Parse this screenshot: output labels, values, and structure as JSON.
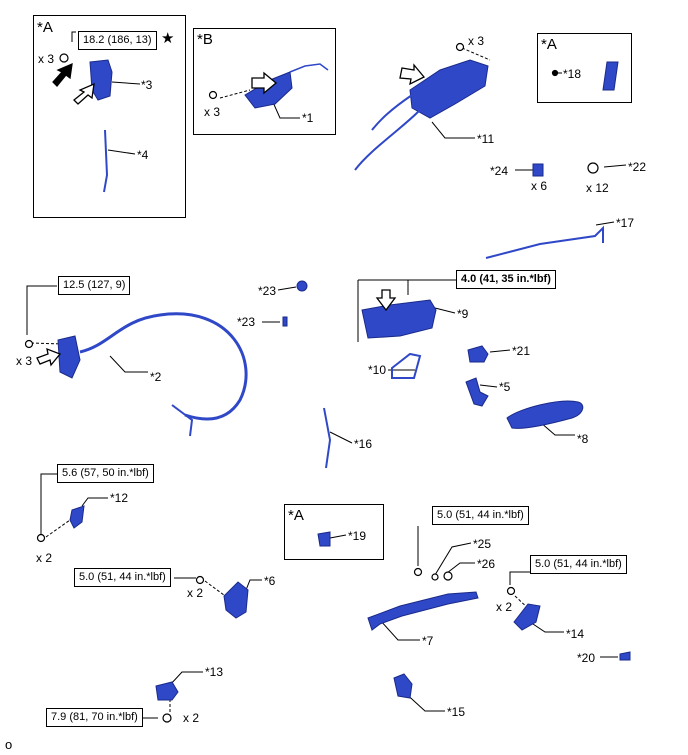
{
  "colors": {
    "part": "#2f48c8",
    "part_dark": "#1a2a8a",
    "line": "#000000"
  },
  "frames": {
    "a1_tag": "*A",
    "b_tag": "*B",
    "a2_tag": "*A",
    "a3_tag": "*A"
  },
  "star_symbol": "★",
  "torques": {
    "t1": "18.2 (186, 13)",
    "t2": "12.5 (127, 9)",
    "t3": "4.0 (41, 35 in.*lbf)",
    "t4": "5.6 (57, 50 in.*lbf)",
    "t5": "5.0 (51, 44 in.*lbf)",
    "t6": "5.0 (51, 44 in.*lbf)",
    "t7": "5.0 (51, 44 in.*lbf)",
    "t8": "7.9 (81, 70 in.*lbf)"
  },
  "quantities": {
    "q1": "x 3",
    "q2": "x 3",
    "q3": "x 3",
    "q4": "x 6",
    "q5": "x 12",
    "q6": "x 3",
    "q7": "x 2",
    "q8": "x 2",
    "q9": "x 2",
    "q10": "x 2"
  },
  "labels": {
    "p1": "*1",
    "p2": "*2",
    "p3": "*3",
    "p4": "*4",
    "p5": "*5",
    "p6": "*6",
    "p7": "*7",
    "p8": "*8",
    "p9": "*9",
    "p10": "*10",
    "p11": "*11",
    "p12": "*12",
    "p13": "*13",
    "p14": "*14",
    "p15": "*15",
    "p16": "*16",
    "p17": "*17",
    "p18": "*18",
    "p19": "*19",
    "p20": "*20",
    "p21": "*21",
    "p22": "*22",
    "p23a": "*23",
    "p23b": "*23",
    "p24": "*24",
    "p25": "*25",
    "p26": "*26"
  },
  "corner_code": "o"
}
